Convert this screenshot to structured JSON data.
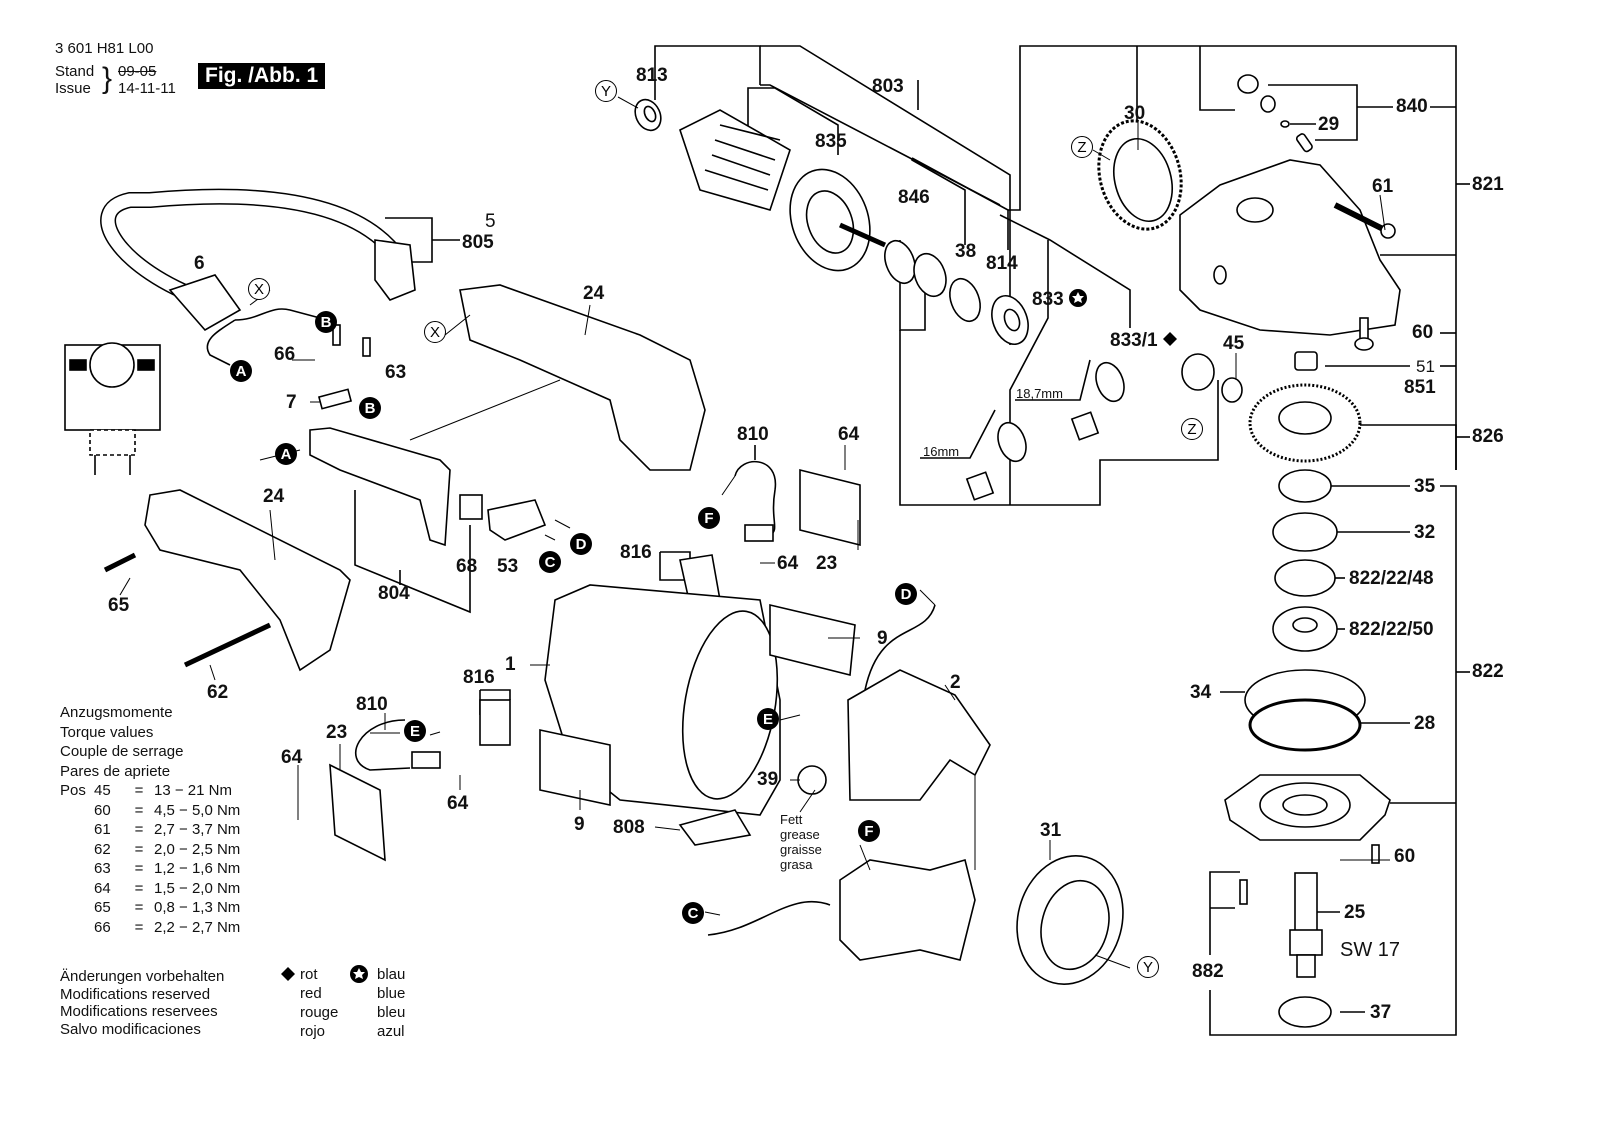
{
  "header": {
    "part_number": "3 601 H81 L00",
    "stand_label": "Stand",
    "issue_label": "Issue",
    "old_date": "09-05",
    "new_date": "14-11-11",
    "figure_label": "Fig. /Abb. 1"
  },
  "part_labels": {
    "p813": "813",
    "p803": "803",
    "p835": "835",
    "p846": "846",
    "p38": "38",
    "p814": "814",
    "p833": "833",
    "p833_1": "833/1",
    "p18_7mm": "18,7mm",
    "p16mm": "16mm",
    "p30": "30",
    "p29": "29",
    "p840": "840",
    "p821": "821",
    "p61": "61",
    "p60a": "60",
    "p51": "51",
    "p851": "851",
    "p45": "45",
    "p826": "826",
    "p35": "35",
    "p32": "32",
    "p822_22_48": "822/22/48",
    "p822_22_50": "822/22/50",
    "p822": "822",
    "p34": "34",
    "p28": "28",
    "p60b": "60",
    "p25": "25",
    "sw17": "SW 17",
    "p882": "882",
    "p37": "37",
    "p5": "5",
    "p805": "805",
    "p6": "6",
    "p24a": "24",
    "p24b": "24",
    "p66": "66",
    "p63": "63",
    "p7": "7",
    "p804": "804",
    "p68": "68",
    "p53": "53",
    "p65": "65",
    "p62": "62",
    "p810a": "810",
    "p64a": "64",
    "p816a": "816",
    "p64b": "64",
    "p23a": "23",
    "p1": "1",
    "p9a": "9",
    "p2": "2",
    "p816b": "816",
    "p810b": "810",
    "p23b": "23",
    "p64c": "64",
    "p64d": "64",
    "p39": "39",
    "p9b": "9",
    "p808": "808",
    "p31": "31"
  },
  "connectors": {
    "X": "X",
    "Y": "Y",
    "Z": "Z",
    "A": "A",
    "B": "B",
    "C": "C",
    "D": "D",
    "E": "E",
    "F": "F"
  },
  "grease_note": [
    "Fett",
    "grease",
    "graisse",
    "grasa"
  ],
  "torque": {
    "titles": [
      "Anzugsmomente",
      "Torque values",
      "Couple de serrage",
      "Pares de apriete"
    ],
    "pos_label": "Pos",
    "rows": [
      {
        "pos": "45",
        "value": "13  − 21 Nm"
      },
      {
        "pos": "60",
        "value": "4,5 − 5,0 Nm"
      },
      {
        "pos": "61",
        "value": "2,7 − 3,7 Nm"
      },
      {
        "pos": "62",
        "value": "2,0 − 2,5 Nm"
      },
      {
        "pos": "63",
        "value": "1,2 − 1,6 Nm"
      },
      {
        "pos": "64",
        "value": "1,5 − 2,0 Nm"
      },
      {
        "pos": "65",
        "value": "0,8 − 1,3 Nm"
      },
      {
        "pos": "66",
        "value": "2,2 − 2,7 Nm"
      }
    ]
  },
  "modifications": [
    "Änderungen vorbehalten",
    "Modifications reserved",
    "Modifications reservees",
    "Salvo modificaciones"
  ],
  "legend": {
    "red": {
      "symbol": "diamond",
      "labels": [
        "rot",
        "red",
        "rouge",
        "rojo"
      ]
    },
    "blue": {
      "symbol": "star-circle",
      "labels": [
        "blau",
        "blue",
        "bleu",
        "azul"
      ]
    }
  },
  "equals": "="
}
